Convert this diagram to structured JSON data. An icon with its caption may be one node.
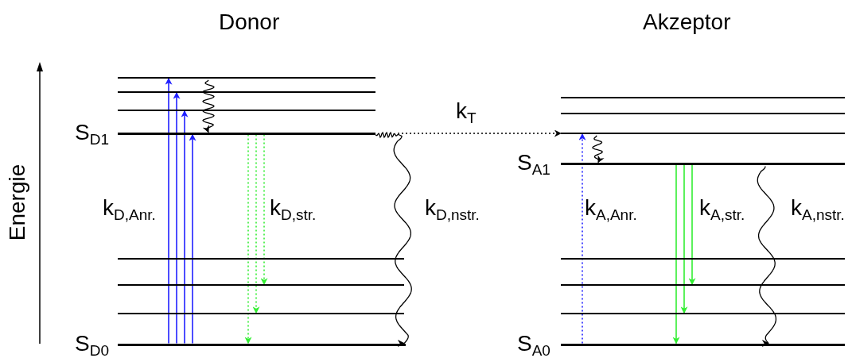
{
  "diagram": {
    "nodes": [
      {
        "text": [],
        "shape": "bar"
      },
      {
        "text": [],
        "shape": "bar"
      },
      {
        "text": [],
        "shape": "bar"
      },
      {
        "text": [
          "S$_{D1}$"
        ]
      },
      {
        "text": [],
        "shape": "bar"
      },
      {
        "text": [],
        "shape": "bar"
      },
      {
        "text": [],
        "shape": "bar"
      },
      {
        "text": [
          "S$_{D0}$"
        ]
      },
      {
        "text": [],
        "shape": "bar"
      },
      {
        "text": [],
        "shape": "bar"
      },
      {
        "text": [],
        "shape": "bar"
      },
      {
        "text": [
          "S$_{A1}$"
        ]
      },
      {
        "text": [],
        "shape": "bar"
      },
      {
        "text": [],
        "shape": "bar"
      },
      {
        "text": [],
        "shape": "bar"
      },
      {
        "text": [
          "S$_{A0}$"
        ]
      }
    ],
    "edges": [
      {
        "from": 7,
        "to": 0,
        "arrow": "to",
        "color": "#2020ff",
        "label": "k$_{D,Anr.}$"
      },
      {
        "from": 7,
        "to": 1,
        "arrow": "to",
        "color": "#2020ff"
      },
      {
        "from": 7,
        "to": 2,
        "arrow": "to",
        "color": "#2020ff"
      },
      {
        "from": 7,
        "to": 3,
        "arrow": "to",
        "color": "#2020ff"
      },
      {
        "from": 0,
        "to": 3,
        "arrow": "to",
        "color": "#000000"
      },
      {
        "from": 3,
        "to": 7,
        "arrow": "to",
        "style": "dashed",
        "color": "#33ee33",
        "label": "k$_{D,str.}$"
      },
      {
        "from": 3,
        "to": 6,
        "arrow": "to",
        "style": "dashed",
        "color": "#33ee33"
      },
      {
        "from": 3,
        "to": 5,
        "arrow": "to",
        "style": "dashed",
        "color": "#33ee33"
      },
      {
        "from": 3,
        "to": 7,
        "arrow": "to",
        "color": "#000000",
        "label": "k$_{D,nstr.}$"
      },
      {
        "from": 3,
        "to": 10,
        "arrow": "to",
        "style": "dashed",
        "color": "#000000",
        "label": "k$_{T}$"
      },
      {
        "from": 10,
        "to": 11,
        "arrow": "to",
        "color": "#000000"
      },
      {
        "from": 15,
        "to": 10,
        "arrow": "to",
        "style": "dashed",
        "color": "#2020ff",
        "label": "k$_{A,Anr.}$"
      },
      {
        "from": 11,
        "to": 15,
        "arrow": "to",
        "color": "#33ee33",
        "label": "k$_{A,str.}$"
      },
      {
        "from": 11,
        "to": 14,
        "arrow": "to",
        "color": "#33ee33"
      },
      {
        "from": 11,
        "to": 13,
        "arrow": "to",
        "color": "#33ee33"
      },
      {
        "from": 11,
        "to": 15,
        "arrow": "to",
        "color": "#000000",
        "label": "k$_{A,nstr.}$"
      }
    ],
    "labels": [
      "Donor",
      "Akzeptor",
      "Energie"
    ]
  }
}
